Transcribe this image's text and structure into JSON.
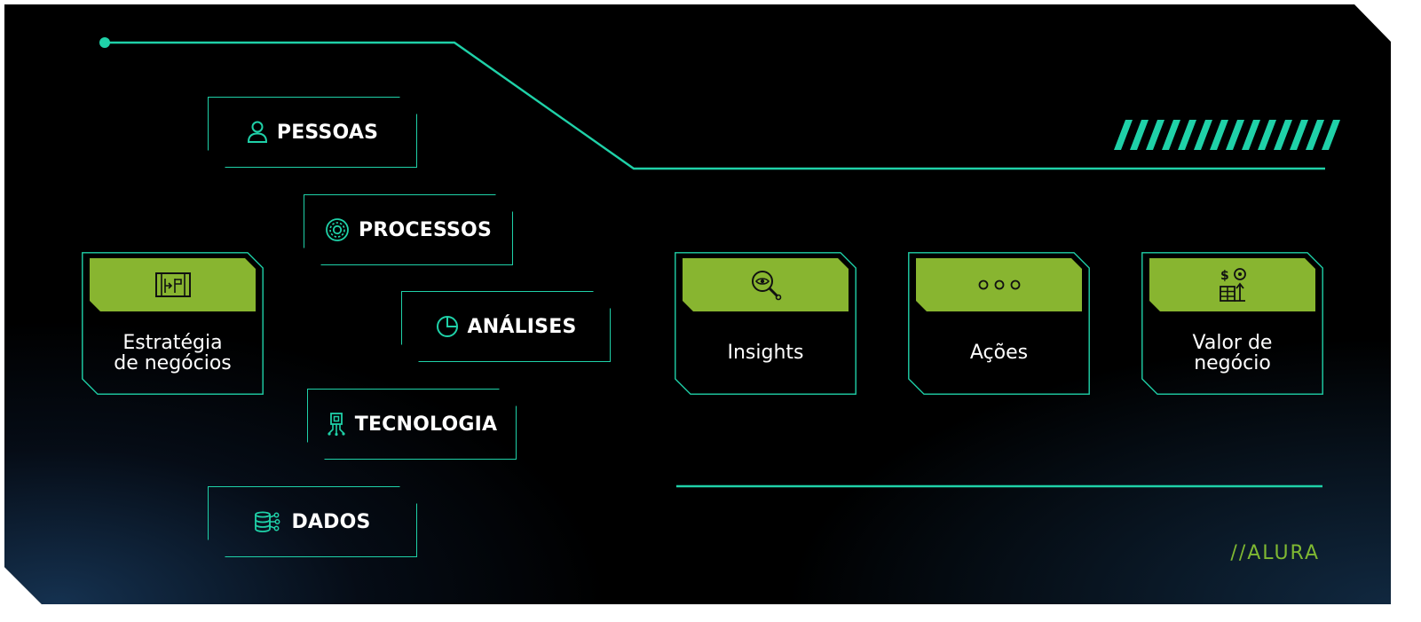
{
  "colors": {
    "accent": "#1fd1a8",
    "card_head": "#88b530",
    "brand_text": "#7fb832",
    "background": "#000000"
  },
  "pillars": [
    {
      "label": "PESSOAS",
      "icon": "person-icon"
    },
    {
      "label": "PROCESSOS",
      "icon": "gear-icon"
    },
    {
      "label": "ANÁLISES",
      "icon": "pie-chart-icon"
    },
    {
      "label": "TECNOLOGIA",
      "icon": "circuit-chip-icon"
    },
    {
      "label": "DADOS",
      "icon": "database-network-icon"
    }
  ],
  "strategy_card": {
    "label": "Estratégia\nde negócios",
    "icon": "strategy-board-icon"
  },
  "outcome_cards": [
    {
      "label": "Insights",
      "icon": "magnifier-eye-icon"
    },
    {
      "label": "Ações",
      "icon": "three-dots-icon"
    },
    {
      "label": "Valor de\nnegócio",
      "icon": "money-growth-icon"
    }
  ],
  "brand": "//ALURA"
}
